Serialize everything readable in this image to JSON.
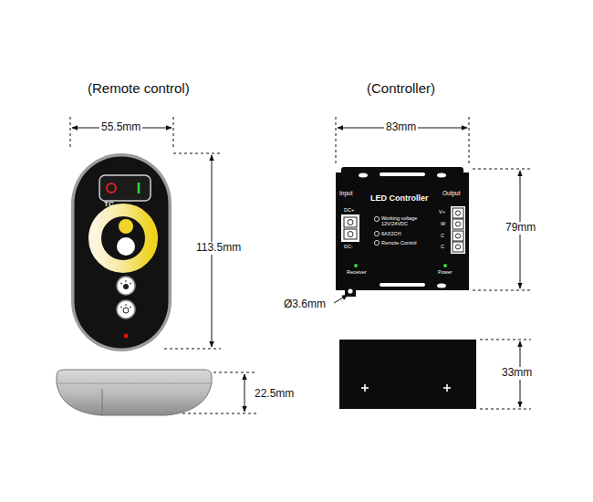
{
  "diagram": {
    "nodes": [
      {
        "text": [
          "TC"
        ]
      },
      {
        "text": [
          "Input",
          "LED Controller",
          "Output",
          "DC+",
          "DC-",
          "Working voltage 12V/24VDC",
          "6AX2CH",
          "Remote Control",
          "V+",
          "W",
          "C",
          "C",
          "Receiver",
          "Power"
        ]
      }
    ],
    "labels": [
      "(Remote control)",
      "(Controller)",
      "55.5mm",
      "113.5mm",
      "22.5mm",
      "83mm",
      "79mm",
      "Ø3.6mm",
      "33mm"
    ]
  }
}
